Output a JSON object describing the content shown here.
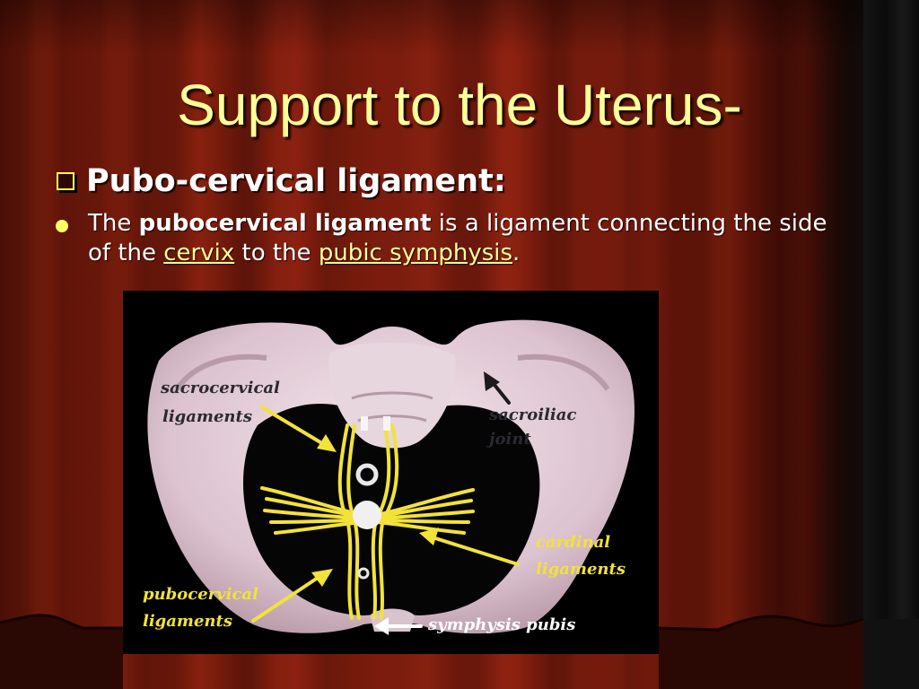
{
  "slide": {
    "title": "Support to the Uterus-",
    "subheading": "Pubo-cervical ligament:",
    "bullet": {
      "prefix": "The ",
      "bold_term": "pubocervical ligament",
      "middle": " is a ligament connecting the side of the ",
      "link1": "cervix",
      "between": " to the ",
      "link2": "pubic symphysis",
      "suffix": "."
    }
  },
  "figure": {
    "labels": {
      "sacrocervical_1": "sacrocervical",
      "sacrocervical_2": "ligaments",
      "sacroiliac_1": "sacroiliac",
      "sacroiliac_2": "joint",
      "cardinal_1": "cardinal",
      "cardinal_2": "ligaments",
      "pubocervical_1": "pubocervical",
      "pubocervical_2": "ligaments",
      "symphysis": "symphysis pubis"
    }
  },
  "colors": {
    "title": "#ffff99",
    "bullet_marker": "#ffff66",
    "link": "#ffff99",
    "ligament": "#f2e23a",
    "bone": "#e8d3dc"
  },
  "icons": [
    "checkbox-bullet-icon",
    "dot-bullet-icon"
  ]
}
